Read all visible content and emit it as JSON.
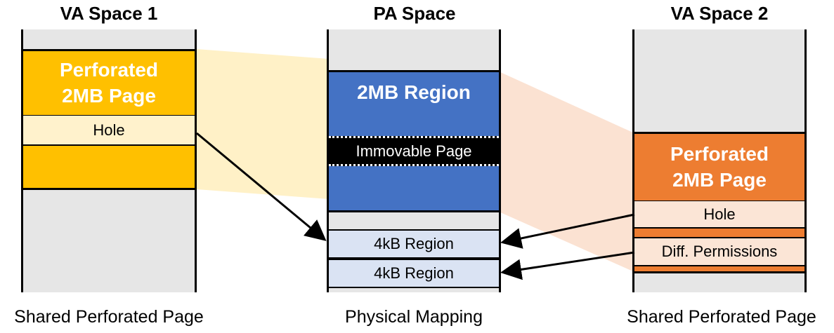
{
  "titles": {
    "va1": "VA Space 1",
    "pa": "PA Space",
    "va2": "VA Space 2"
  },
  "captions": {
    "va1": "Shared Perforated Page",
    "pa": "Physical Mapping",
    "va2": "Shared Perforated Page"
  },
  "va1": {
    "page_line1": "Perforated",
    "page_line2": "2MB Page",
    "hole": "Hole"
  },
  "pa": {
    "region_2mb": "2MB Region",
    "immovable": "Immovable Page",
    "region_4kb_a": "4kB Region",
    "region_4kb_b": "4kB Region"
  },
  "va2": {
    "page_line1": "Perforated",
    "page_line2": "2MB Page",
    "hole": "Hole",
    "diff_permissions": "Diff. Permissions"
  },
  "colors": {
    "yellow": "#ffc000",
    "orange": "#ed7d31",
    "blue": "#4472c4",
    "light_blue": "#dae3f3",
    "light_yellow": "#fff2cc",
    "light_orange": "#fbe5d6",
    "column_gray": "#e6e6e6"
  }
}
